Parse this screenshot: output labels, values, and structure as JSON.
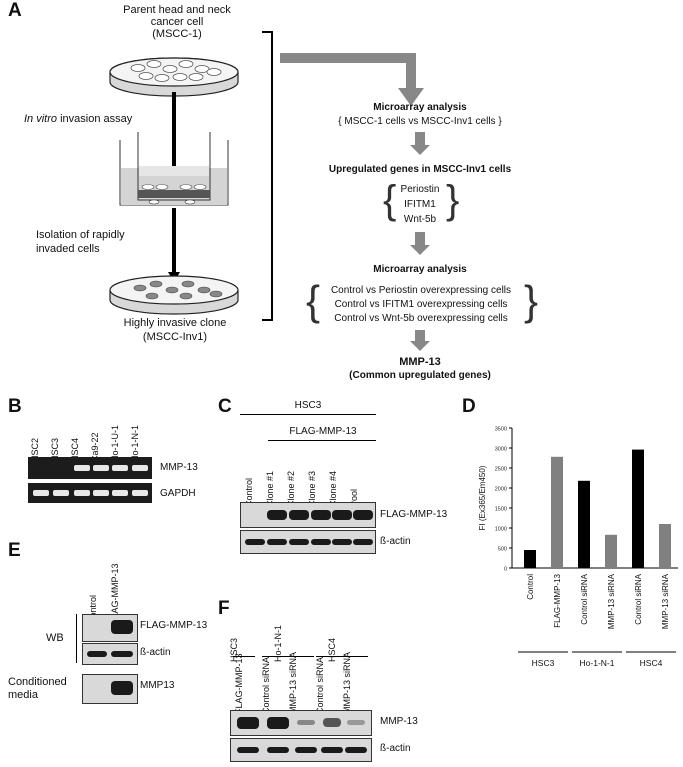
{
  "panelA": {
    "label": "A",
    "parent_cell_line1": "Parent head and neck",
    "parent_cell_line2": "cancer cell",
    "parent_cell_line3": "(MSCC-1)",
    "assay_prefix": "In vitro",
    "assay_suffix": " invasion assay",
    "isolation_line1": "Isolation of rapidly",
    "isolation_line2": "invaded cells",
    "clone_line1": "Highly invasive clone",
    "clone_line2": "(MSCC-Inv1)",
    "flow": {
      "step1_title": "Microarray analysis",
      "step1_text": "MSCC-1 cells vs MSCC-Inv1 cells",
      "step2_title": "Upregulated genes in MSCC-Inv1 cells",
      "genes": [
        "Periostin",
        "IFITM1",
        "Wnt-5b"
      ],
      "step3_title": "Microarray analysis",
      "comparisons": [
        "Control vs Periostin overexpressing cells",
        "Control vs IFITM1 overexpressing cells",
        "Control vs Wnt-5b overexpressing cells"
      ],
      "result_title": "MMP-13",
      "result_sub": "(Common upregulated genes)"
    }
  },
  "panelB": {
    "label": "B",
    "lanes": [
      "HSC2",
      "HSC3",
      "HSC4",
      "Ca9-22",
      "Ho-1-U-1",
      "Ho-1-N-1"
    ],
    "rows": [
      "MMP-13",
      "GAPDH"
    ]
  },
  "panelC": {
    "label": "C",
    "group_top": "HSC3",
    "group_sub": "FLAG-MMP-13",
    "lanes": [
      "Control",
      "Clone #1",
      "Clone #2",
      "Clone #3",
      "Clone #4",
      "Pool"
    ],
    "rows": [
      "FLAG-MMP-13",
      "ß-actin"
    ]
  },
  "panelD": {
    "label": "D",
    "groups": [
      "HSC3",
      "Ho-1-N-1",
      "HSC4"
    ]
  },
  "panelE": {
    "label": "E",
    "lanes": [
      "Control",
      "FLAG-MMP-13"
    ],
    "wb_label": "WB",
    "rows": [
      "FLAG-MMP-13",
      "ß-actin",
      "MMP13"
    ],
    "media_line1": "Conditioned",
    "media_line2": "media"
  },
  "panelF": {
    "label": "F",
    "groups": [
      "HSC3",
      "Ho-1-N-1",
      "HSC4"
    ],
    "lanes": [
      "FLAG-MMP-13",
      "Control siRNA",
      "MMP-13 siRNA",
      "Control siRNA",
      "MMP-13 siRNA"
    ],
    "rows": [
      "MMP-13",
      "ß-actin"
    ]
  },
  "chart_data": {
    "type": "bar",
    "ylabel": "FI (Ex365/Em450)",
    "ylim": [
      0,
      3500
    ],
    "yticks": [
      "0",
      "500",
      "1000",
      "1500",
      "2000",
      "2500",
      "3000",
      "3500"
    ],
    "categories": [
      "Control",
      "FLAG-MMP-13",
      "Control siRNA",
      "MMP-13 siRNA",
      "Control siRNA",
      "MMP-13 siRNA"
    ],
    "values": [
      450,
      2780,
      2180,
      830,
      2960,
      1100
    ],
    "colors": [
      "#000000",
      "#808080",
      "#000000",
      "#808080",
      "#000000",
      "#808080"
    ],
    "groups": [
      "HSC3",
      "Ho-1-N-1",
      "HSC4"
    ]
  }
}
